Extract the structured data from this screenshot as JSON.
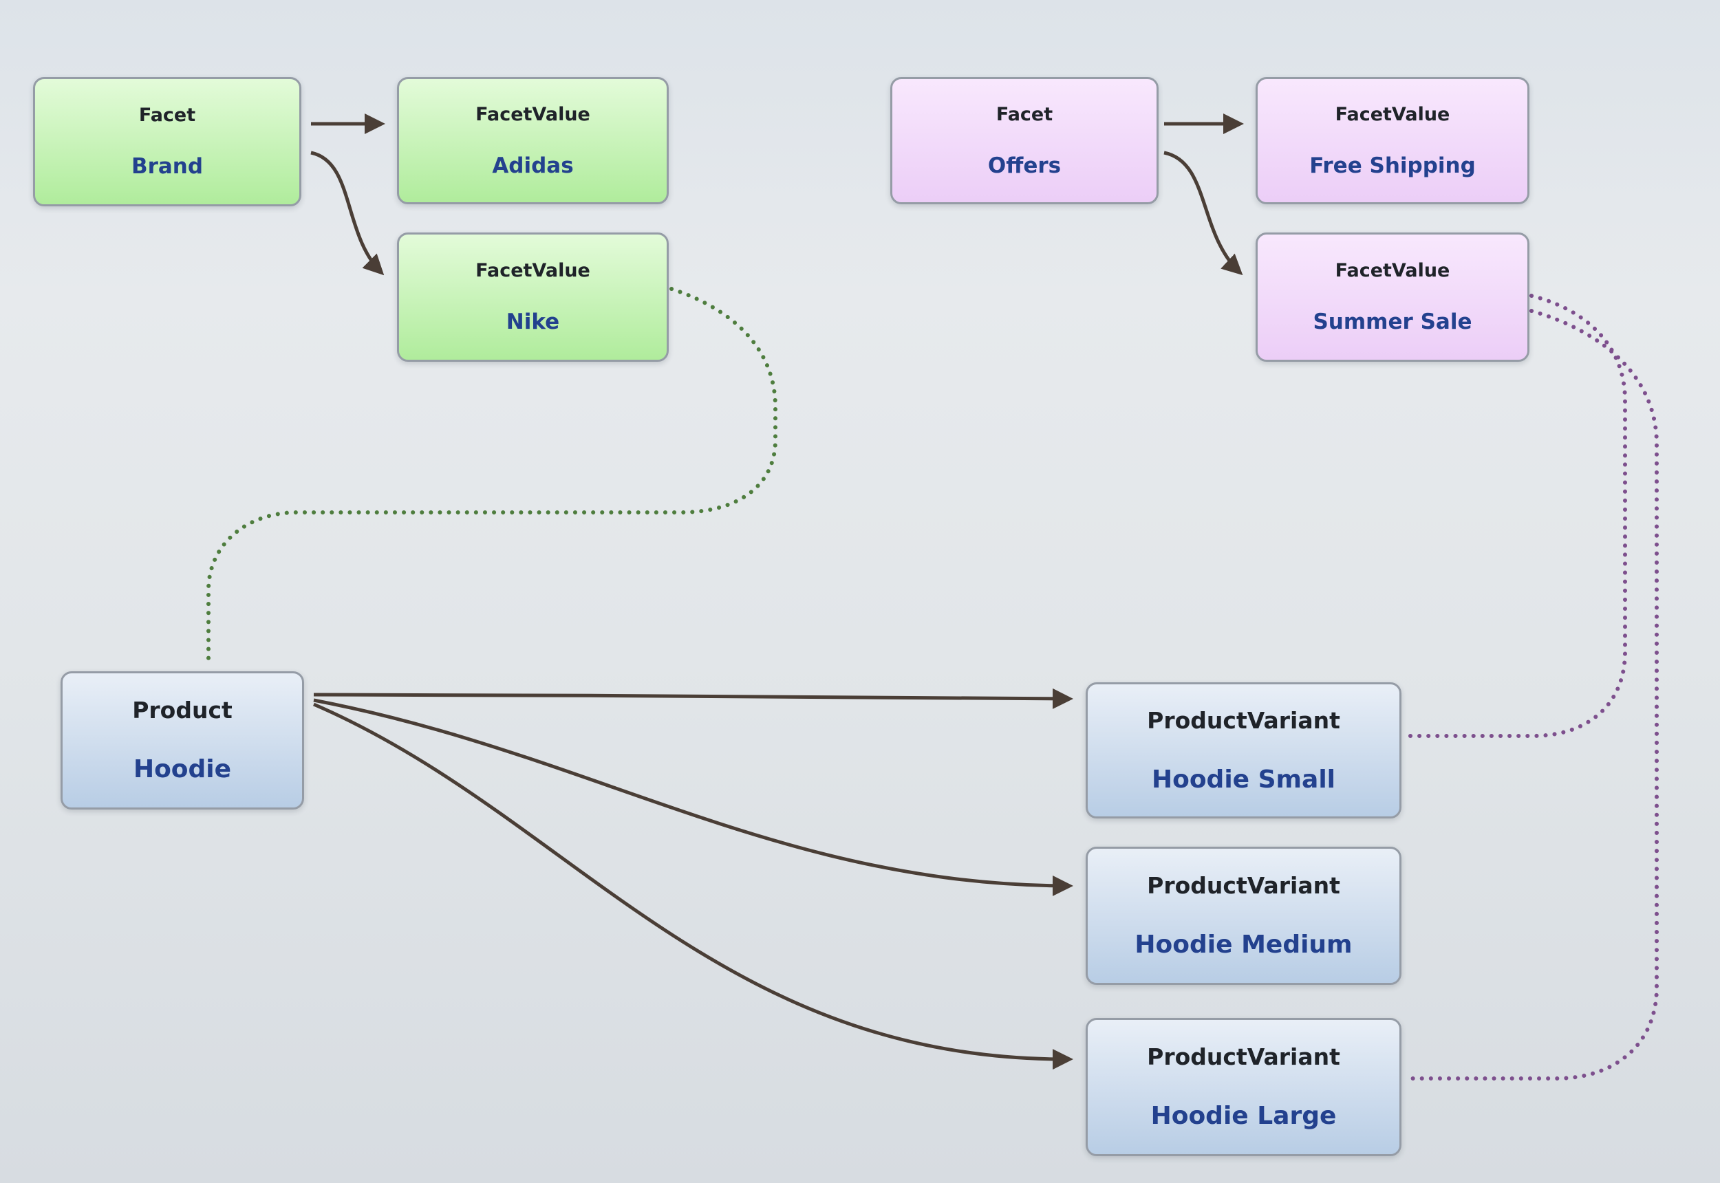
{
  "nodes": [
    {
      "id": "facet-brand",
      "type": "Facet",
      "label": "Brand",
      "color_scheme": "green"
    },
    {
      "id": "facetvalue-adidas",
      "type": "FacetValue",
      "label": "Adidas",
      "color_scheme": "green"
    },
    {
      "id": "facetvalue-nike",
      "type": "FacetValue",
      "label": "Nike",
      "color_scheme": "green"
    },
    {
      "id": "facet-offers",
      "type": "Facet",
      "label": "Offers",
      "color_scheme": "purple"
    },
    {
      "id": "facetvalue-free-shipping",
      "type": "FacetValue",
      "label": "Free Shipping",
      "color_scheme": "purple"
    },
    {
      "id": "facetvalue-summer-sale",
      "type": "FacetValue",
      "label": "Summer Sale",
      "color_scheme": "purple"
    },
    {
      "id": "product-hoodie",
      "type": "Product",
      "label": "Hoodie",
      "color_scheme": "blue"
    },
    {
      "id": "variant-hoodie-small",
      "type": "ProductVariant",
      "label": "Hoodie Small",
      "color_scheme": "blue"
    },
    {
      "id": "variant-hoodie-medium",
      "type": "ProductVariant",
      "label": "Hoodie Medium",
      "color_scheme": "blue"
    },
    {
      "id": "variant-hoodie-large",
      "type": "ProductVariant",
      "label": "Hoodie Large",
      "color_scheme": "blue"
    }
  ],
  "edges": [
    {
      "from": "facet-brand",
      "to": "facetvalue-adidas",
      "style": "solid-arrow"
    },
    {
      "from": "facet-brand",
      "to": "facetvalue-nike",
      "style": "solid-arrow"
    },
    {
      "from": "facet-offers",
      "to": "facetvalue-free-shipping",
      "style": "solid-arrow"
    },
    {
      "from": "facet-offers",
      "to": "facetvalue-summer-sale",
      "style": "solid-arrow"
    },
    {
      "from": "product-hoodie",
      "to": "variant-hoodie-small",
      "style": "solid-arrow"
    },
    {
      "from": "product-hoodie",
      "to": "variant-hoodie-medium",
      "style": "solid-arrow"
    },
    {
      "from": "product-hoodie",
      "to": "variant-hoodie-large",
      "style": "solid-arrow"
    },
    {
      "from": "facetvalue-nike",
      "to": "product-hoodie",
      "style": "dotted"
    },
    {
      "from": "facetvalue-summer-sale",
      "to": "variant-hoodie-small",
      "style": "dotted"
    },
    {
      "from": "facetvalue-summer-sale",
      "to": "variant-hoodie-large",
      "style": "dotted"
    }
  ],
  "colors": {
    "facet_green_top": "#e3fbd9",
    "facet_green_bottom": "#b0ec9c",
    "facet_purple_top": "#f8e8fd",
    "facet_purple_bottom": "#eccef7",
    "product_blue_top": "#e9eff7",
    "product_blue_bottom": "#b8cde5",
    "node_border": "#959ca6",
    "type_text": "#1f2329",
    "value_text": "#23418e",
    "solid_edge": "#4a3e36",
    "dotted_green_edge": "#4e7d3e",
    "dotted_purple_edge": "#7d4f8d",
    "background_top": "#dde3e9",
    "background_bottom": "#d7dce1"
  }
}
